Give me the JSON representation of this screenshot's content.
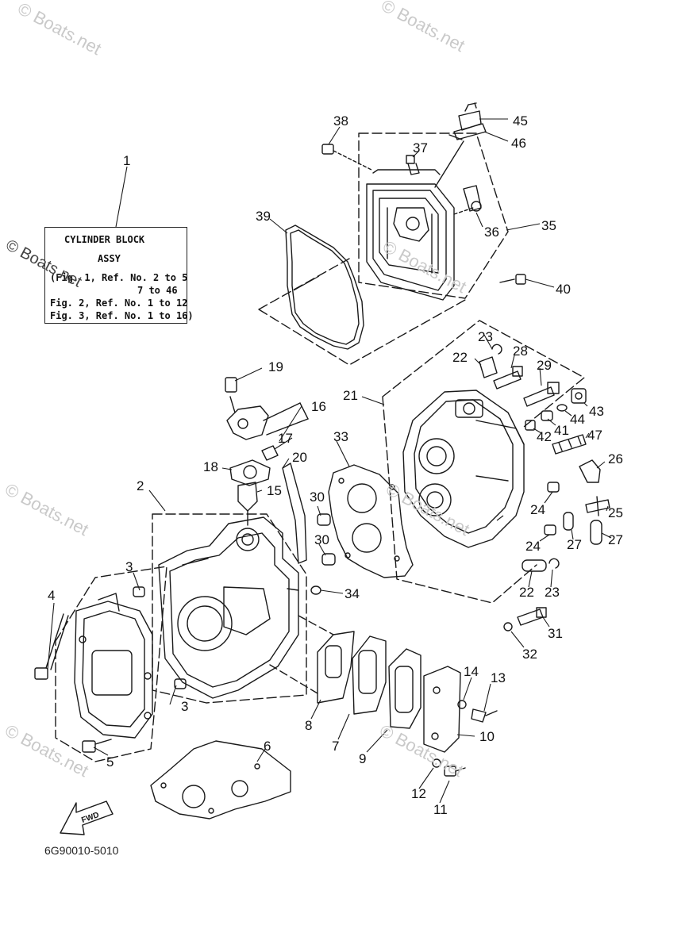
{
  "watermark": "© Boats.net",
  "legend_box": {
    "line1": "CYLINDER BLOCK",
    "line2": "ASSY",
    "line3": "(Fig. 1, Ref. No. 2 to 5",
    "line4": "7 to 46",
    "line5": "Fig. 2, Ref. No. 1 to 12",
    "line6": "Fig. 3, Ref. No. 1 to 16)"
  },
  "diagram_code": "6G90010-5010",
  "fwd_label": "FWD",
  "callouts": [
    "1",
    "2",
    "3",
    "3",
    "4",
    "5",
    "6",
    "7",
    "8",
    "9",
    "10",
    "11",
    "12",
    "13",
    "14",
    "15",
    "16",
    "17",
    "18",
    "19",
    "20",
    "21",
    "22",
    "22",
    "23",
    "23",
    "24",
    "24",
    "25",
    "26",
    "27",
    "27",
    "28",
    "29",
    "30",
    "30",
    "31",
    "32",
    "33",
    "34",
    "35",
    "36",
    "37",
    "38",
    "39",
    "40",
    "41",
    "42",
    "43",
    "44",
    "45",
    "46",
    "47"
  ]
}
